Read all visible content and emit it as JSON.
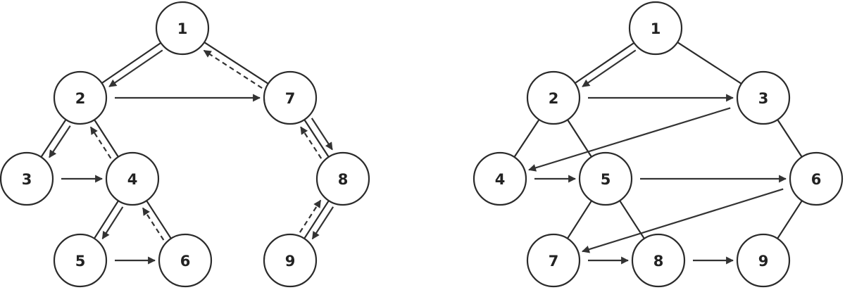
{
  "colors": {
    "stroke": "#2b2b2b",
    "arrow": "#333333",
    "fill": "#ffffff",
    "text": "#222222"
  },
  "diagrams": [
    {
      "nodes": [
        {
          "id": "1",
          "label": "1"
        },
        {
          "id": "2",
          "label": "2"
        },
        {
          "id": "7",
          "label": "7"
        },
        {
          "id": "3",
          "label": "3"
        },
        {
          "id": "4",
          "label": "4"
        },
        {
          "id": "8",
          "label": "8"
        },
        {
          "id": "5",
          "label": "5"
        },
        {
          "id": "6",
          "label": "6"
        },
        {
          "id": "9",
          "label": "9"
        }
      ],
      "tree_edges": [
        [
          "1",
          "2"
        ],
        [
          "1",
          "7"
        ],
        [
          "2",
          "3"
        ],
        [
          "2",
          "4"
        ],
        [
          "4",
          "5"
        ],
        [
          "4",
          "6"
        ],
        [
          "7",
          "8"
        ],
        [
          "8",
          "9"
        ]
      ],
      "arrows_solid": [
        [
          "1",
          "2"
        ],
        [
          "2",
          "3"
        ],
        [
          "2",
          "7"
        ],
        [
          "3",
          "4"
        ],
        [
          "4",
          "5"
        ],
        [
          "5",
          "6"
        ],
        [
          "7",
          "8"
        ],
        [
          "8",
          "9"
        ]
      ],
      "arrows_dashed": [
        [
          "4",
          "2"
        ],
        [
          "6",
          "4"
        ],
        [
          "7",
          "1"
        ],
        [
          "8",
          "7"
        ],
        [
          "9",
          "8"
        ]
      ]
    },
    {
      "nodes": [
        {
          "id": "1",
          "label": "1"
        },
        {
          "id": "2",
          "label": "2"
        },
        {
          "id": "3",
          "label": "3"
        },
        {
          "id": "4",
          "label": "4"
        },
        {
          "id": "5",
          "label": "5"
        },
        {
          "id": "6",
          "label": "6"
        },
        {
          "id": "7",
          "label": "7"
        },
        {
          "id": "8",
          "label": "8"
        },
        {
          "id": "9",
          "label": "9"
        }
      ],
      "tree_edges": [
        [
          "1",
          "2"
        ],
        [
          "1",
          "3"
        ],
        [
          "2",
          "4"
        ],
        [
          "2",
          "5"
        ],
        [
          "3",
          "6"
        ],
        [
          "5",
          "7"
        ],
        [
          "5",
          "8"
        ],
        [
          "6",
          "9"
        ]
      ],
      "arrows_solid": [
        [
          "1",
          "2"
        ],
        [
          "2",
          "3"
        ],
        [
          "3",
          "4"
        ],
        [
          "4",
          "5"
        ],
        [
          "5",
          "6"
        ],
        [
          "6",
          "7"
        ],
        [
          "7",
          "8"
        ],
        [
          "8",
          "9"
        ]
      ],
      "arrows_dashed": []
    }
  ]
}
